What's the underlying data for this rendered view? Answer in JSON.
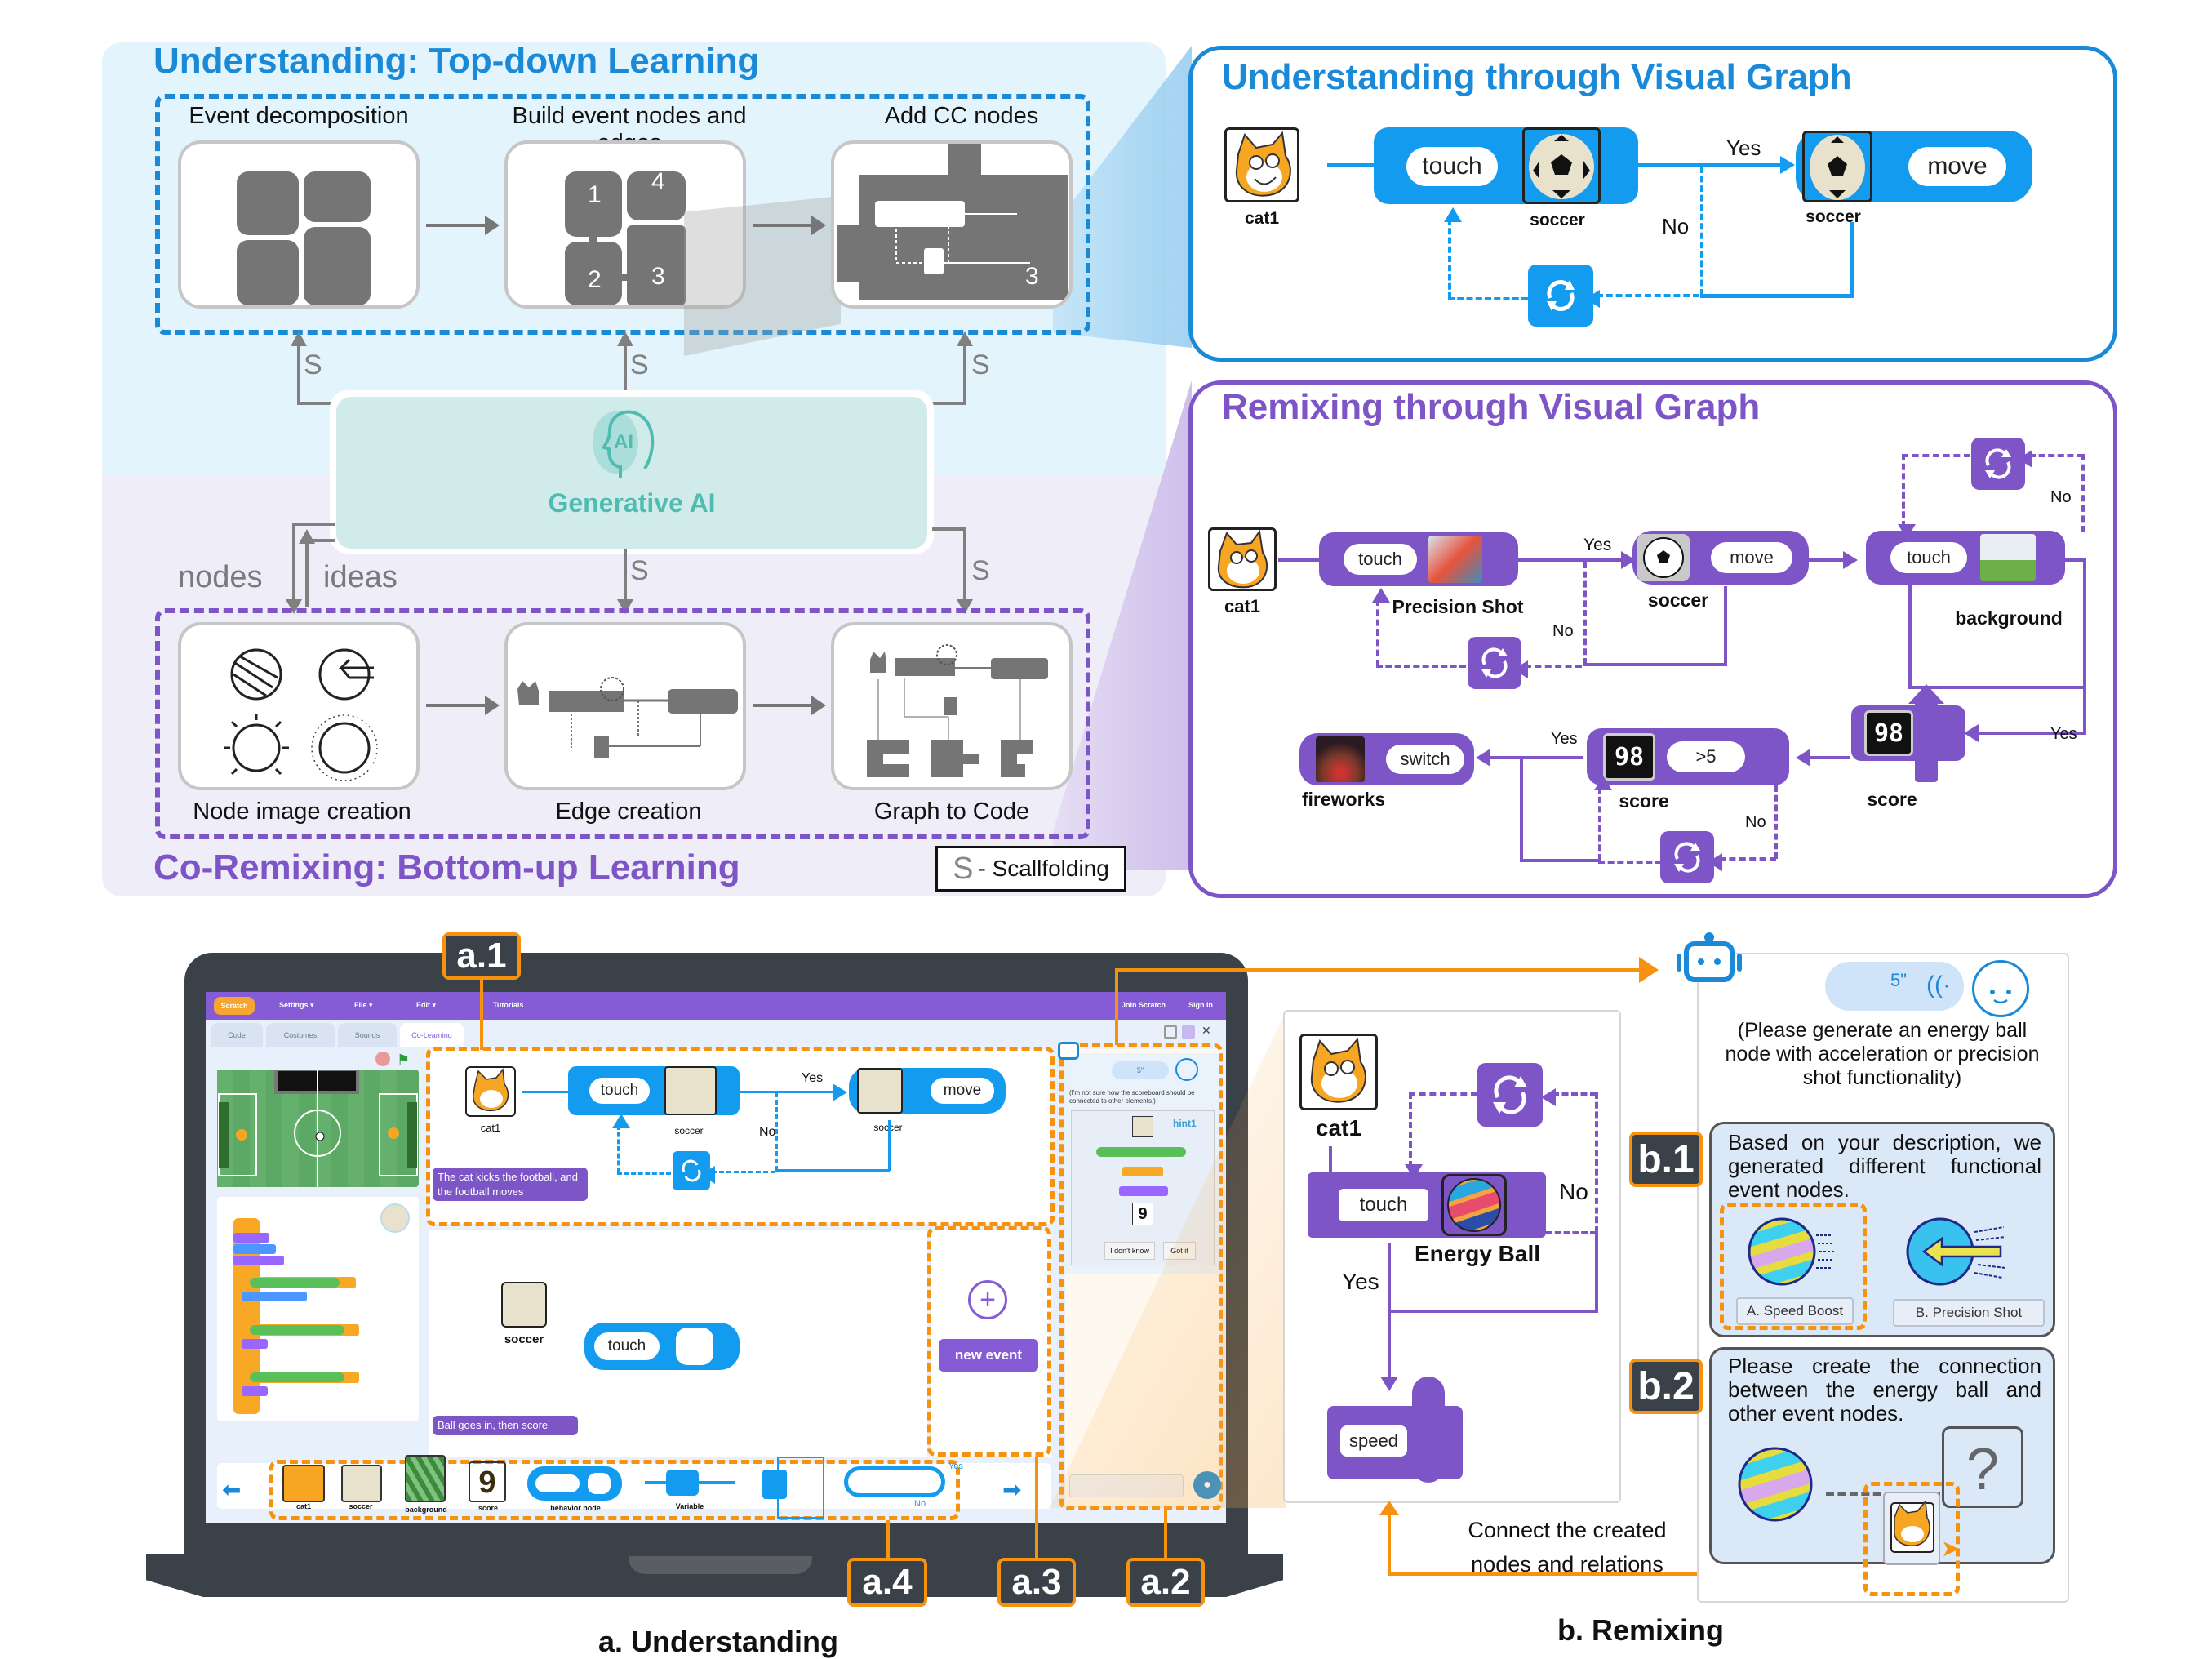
{
  "framework": {
    "understanding_title": "Understanding: Top-down Learning",
    "remix_title": "Co-Remixing: Bottom-up Learning",
    "understanding_steps": [
      {
        "label": "Event decomposition"
      },
      {
        "label": "Build event nodes and edges",
        "numbers": [
          "1",
          "4",
          "2",
          "3"
        ]
      },
      {
        "label": "Add CC nodes",
        "number": "3"
      }
    ],
    "remix_steps": [
      {
        "label": "Node image creation"
      },
      {
        "label": "Edge creation"
      },
      {
        "label": "Graph to Code"
      }
    ],
    "scaffold_symbol": "S",
    "genai": {
      "icon": "ai-head-icon",
      "icon_text": "AI",
      "label": "Generative AI"
    },
    "side_labels": {
      "nodes": "nodes",
      "ideas": "ideas"
    },
    "legend": {
      "symbol": "S",
      "text": "- Scallfolding"
    },
    "colors": {
      "understanding": "#1a8ad8",
      "remix": "#7d55c7",
      "genai": "#4fbcb2",
      "scaffold_arrow": "#808080"
    }
  },
  "vg_understanding": {
    "title": "Understanding through Visual Graph",
    "sprite": "cat1",
    "node1": {
      "action": "touch",
      "object": "soccer"
    },
    "node2": {
      "action": "move",
      "object": "soccer"
    },
    "yes": "Yes",
    "no": "No",
    "loop_icon": "loop-icon"
  },
  "vg_remix": {
    "title": "Remixing through Visual Graph",
    "sprite": "cat1",
    "nodes": [
      {
        "action": "touch",
        "object": "Precision Shot"
      },
      {
        "action": "move",
        "object": "soccer"
      },
      {
        "action": "touch",
        "object": "background"
      },
      {
        "action": "",
        "object": "score",
        "display": "98"
      },
      {
        "action": ">5",
        "object": "score",
        "display": "98"
      },
      {
        "action": "switch",
        "object": "fireworks"
      }
    ],
    "yes": "Yes",
    "no": "No"
  },
  "laptop": {
    "menu": {
      "logo": "Scratch",
      "settings": "Settings ▾",
      "file": "File ▾",
      "edit": "Edit ▾",
      "tutorials": "Tutorials",
      "join": "Join Scratch",
      "signin": "Sign in"
    },
    "tabs": [
      "Code",
      "Costumes",
      "Sounds",
      "Co-Learning"
    ],
    "graph1": {
      "sprite": "cat1",
      "action1": "touch",
      "object1": "soccer",
      "action2": "move",
      "object2": "soccer",
      "yes": "Yes",
      "no": "No",
      "note": "The cat kicks the football, and the football moves"
    },
    "graph2": {
      "object": "soccer",
      "action": "touch",
      "note": "Ball goes in, then score"
    },
    "new_event": "new event",
    "chat": {
      "timer": "5\"",
      "question": "(I'm not sure how the scoreboard should be connected to other elements.)",
      "hint": "hint1",
      "score_display": "9",
      "btn_no": "I don't know",
      "btn_ok": "Got it"
    },
    "palette": [
      {
        "label": "cat1"
      },
      {
        "label": "soccer"
      },
      {
        "label": "background"
      },
      {
        "label": "score",
        "display": "9"
      },
      {
        "label": "behavior node"
      },
      {
        "label": "Variable"
      },
      {
        "label": ""
      },
      {
        "label": "",
        "yes": "Yes",
        "no": "No"
      }
    ],
    "callouts": {
      "a1": "a.1",
      "a2": "a.2",
      "a3": "a.3",
      "a4": "a.4"
    },
    "caption": "a. Understanding"
  },
  "remix": {
    "sprite": "cat1",
    "node": {
      "action": "touch",
      "object": "Energy Ball"
    },
    "yes": "Yes",
    "no": "No",
    "speed": "speed",
    "connect_note_1": "Connect the created",
    "connect_note_2": "nodes and relations",
    "chat": {
      "timer": "5\"",
      "request": "(Please generate an energy ball node with acceleration or precision shot functionality)",
      "b1_text": "Based on your description, we generated different functional event nodes.",
      "option_a": "A. Speed Boost",
      "option_b": "B. Precision Shot",
      "b2_text": "Please create the connection between the energy ball and other event nodes.",
      "unknown": "?"
    },
    "callouts": {
      "b1": "b.1",
      "b2": "b.2"
    },
    "caption": "b. Remixing"
  }
}
